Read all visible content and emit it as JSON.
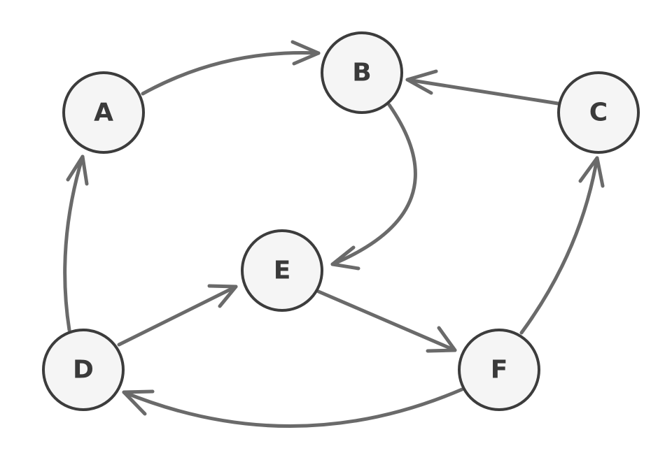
{
  "nodes": [
    {
      "id": "A",
      "label": "A"
    },
    {
      "id": "B",
      "label": "B"
    },
    {
      "id": "C",
      "label": "C"
    },
    {
      "id": "D",
      "label": "D"
    },
    {
      "id": "E",
      "label": "E"
    },
    {
      "id": "F",
      "label": "F"
    }
  ],
  "edges": [
    {
      "from": "A",
      "to": "B"
    },
    {
      "from": "C",
      "to": "B"
    },
    {
      "from": "B",
      "to": "E"
    },
    {
      "from": "D",
      "to": "A"
    },
    {
      "from": "D",
      "to": "E"
    },
    {
      "from": "E",
      "to": "F"
    },
    {
      "from": "F",
      "to": "C"
    },
    {
      "from": "F",
      "to": "D"
    }
  ],
  "colors": {
    "edge": "#6a6a6a",
    "node_fill": "#f5f5f5",
    "node_stroke": "#3c3c3c",
    "label": "#3a3a3a"
  }
}
